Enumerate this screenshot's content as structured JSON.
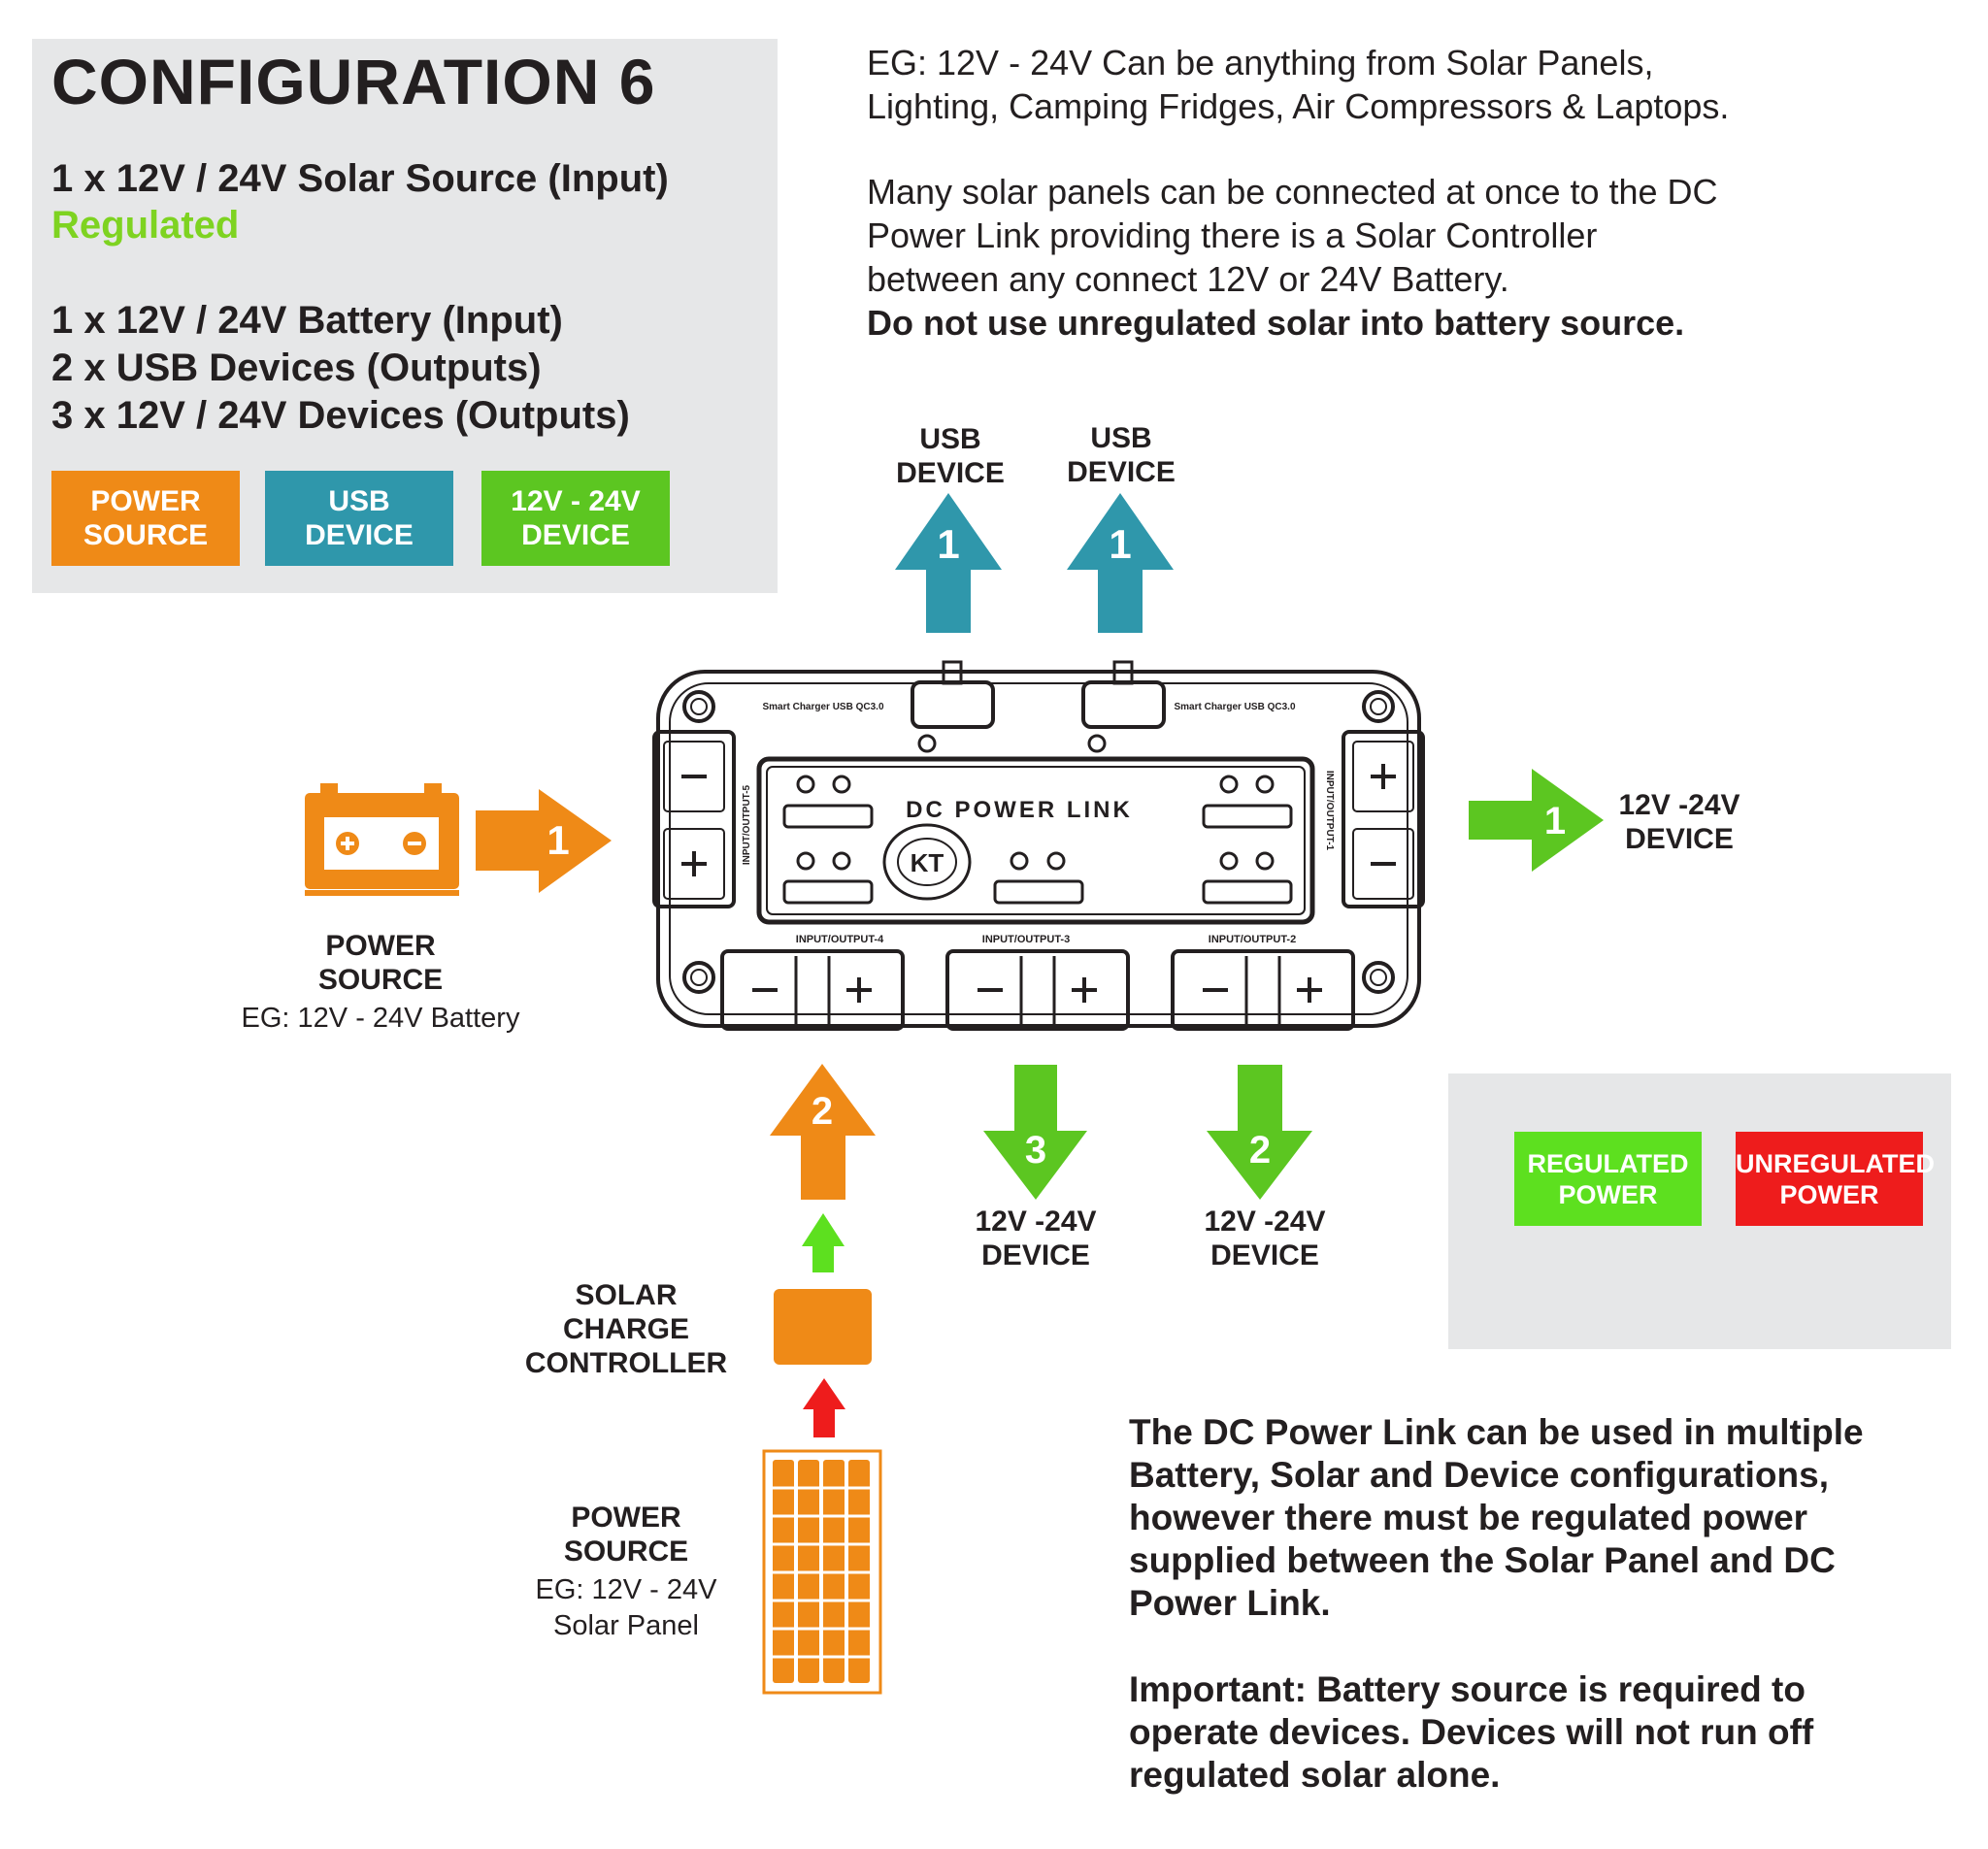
{
  "header": {
    "title": "CONFIGURATION 6",
    "solar_source": "1 x 12V / 24V Solar Source (Input)",
    "solar_status": "Regulated",
    "battery": "1 x 12V / 24V Battery (Input)",
    "usb_devices": "2 x USB Devices (Outputs)",
    "dc_devices": "3 x 12V / 24V Devices (Outputs)"
  },
  "legend": [
    {
      "line1": "POWER",
      "line2": "SOURCE",
      "color": "#ef8a17"
    },
    {
      "line1": "USB",
      "line2": "DEVICE",
      "color": "#2f97ab"
    },
    {
      "line1": "12V - 24V",
      "line2": "DEVICE",
      "color": "#5cc621"
    }
  ],
  "intro": {
    "line1": "EG: 12V - 24V Can be anything from Solar Panels,",
    "line2": "Lighting, Camping Fridges, Air Compressors & Laptops.",
    "line3": "Many solar panels can be connected at once to the DC",
    "line4": "Power Link providing there is a Solar Controller",
    "line5": "between any connect 12V or 24V Battery.",
    "warning": "Do not use unregulated solar into battery source."
  },
  "diagram": {
    "usb_left": {
      "line1": "USB",
      "line2": "DEVICE",
      "number": "1"
    },
    "usb_right": {
      "line1": "USB",
      "line2": "DEVICE",
      "number": "1"
    },
    "right_output": {
      "line1": "12V -24V",
      "line2": "DEVICE",
      "number": "1"
    },
    "battery": {
      "line1": "POWER",
      "line2": "SOURCE",
      "eg": "EG: 12V - 24V Battery",
      "number": "1"
    },
    "solar_input": {
      "number": "2"
    },
    "output3": {
      "line1": "12V -24V",
      "line2": "DEVICE",
      "number": "3"
    },
    "output2": {
      "line1": "12V -24V",
      "line2": "DEVICE",
      "number": "2"
    },
    "controller": {
      "line1": "SOLAR",
      "line2": "CHARGE",
      "line3": "CONTROLLER"
    },
    "solar_panel": {
      "line1": "POWER",
      "line2": "SOURCE",
      "eg1": "EG: 12V - 24V",
      "eg2": "Solar Panel"
    },
    "device": {
      "name": "DC POWER LINK",
      "usb_left_label": "Smart Charger USB QC3.0",
      "usb_right_label": "Smart Charger USB QC3.0",
      "port5": "INPUT/OUTPUT-5",
      "port1": "INPUT/OUTPUT-1",
      "port4": "INPUT/OUTPUT-4",
      "port3": "INPUT/OUTPUT-3",
      "port2": "INPUT/OUTPUT-2",
      "logo": "KT"
    }
  },
  "regulation_legend": {
    "regulated_line1": "REGULATED",
    "regulated_line2": "POWER",
    "unregulated_line1": "UNREGULATED",
    "unregulated_line2": "POWER",
    "regulated_color": "#5de01f",
    "unregulated_color": "#ee1c1c"
  },
  "footer": {
    "line1": "The DC Power Link can be used in multiple",
    "line2": "Battery, Solar and Device configurations,",
    "line3": "however there must be regulated power",
    "line4": "supplied between the Solar Panel and DC",
    "line5": "Power Link.",
    "imp1": "Important: Battery source is required to",
    "imp2": "operate devices. Devices will not run off",
    "imp3": "regulated solar alone."
  },
  "colors": {
    "orange": "#ef8a17",
    "teal": "#2f97ab",
    "green": "#5cc621",
    "bright_green": "#5de01f",
    "red": "#ee1c1c",
    "card_grey": "#e6e7e8"
  }
}
